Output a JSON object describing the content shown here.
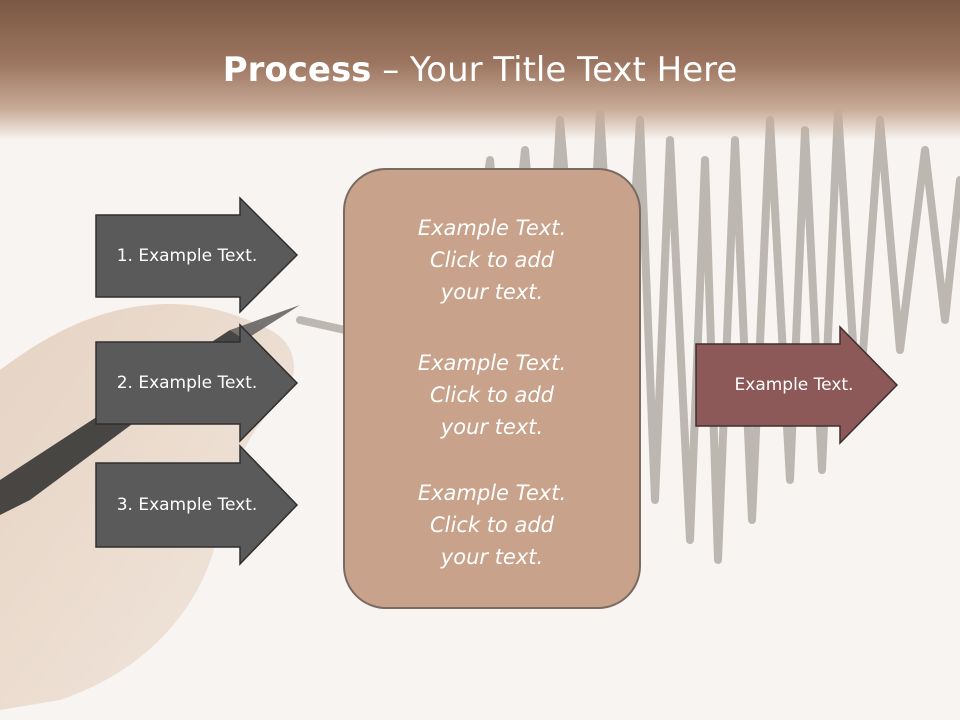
{
  "title": {
    "bold": "Process",
    "rest": " – Your Title Text Here"
  },
  "inputs": [
    {
      "label": "1. Example Text."
    },
    {
      "label": "2. Example Text."
    },
    {
      "label": "3. Example Text."
    }
  ],
  "center_box": {
    "paragraphs": [
      {
        "lines": [
          "Example Text.",
          "Click  to add",
          "your text."
        ]
      },
      {
        "lines": [
          "Example Text.",
          "Click  to add",
          "your text."
        ]
      },
      {
        "lines": [
          "Example Text.",
          "Click  to add",
          "your text."
        ]
      }
    ]
  },
  "output": {
    "label": "Example Text."
  },
  "colors": {
    "header": "#8a6550",
    "input_arrow": "#5a5a5a",
    "center_box": "#c8a28a",
    "output_arrow": "#8c5858",
    "text": "#ffffff"
  }
}
